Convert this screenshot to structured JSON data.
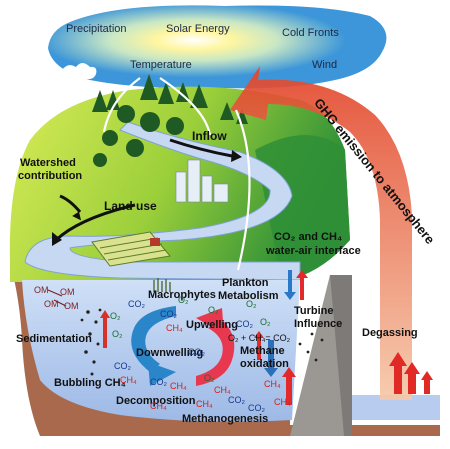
{
  "sky": {
    "precipitation": "Precipitation",
    "solar_energy": "Solar Energy",
    "cold_fronts": "Cold Fronts",
    "temperature": "Temperature",
    "wind": "Wind"
  },
  "labels": {
    "inflow": "Inflow",
    "watershed_line1": "Watershed",
    "watershed_line2": "contribution",
    "land_use": "Land use",
    "ghg": "GHG emission to atmosphere",
    "interface_line1": "CO₂ and CH₄",
    "interface_line2": "water-air interface",
    "macrophytes": "Macrophytes",
    "plankton_line1": "Plankton",
    "plankton_line2": "Metabolism",
    "upwelling": "Upwelling",
    "downwelling": "Downwelling",
    "turbine_line1": "Turbine",
    "turbine_line2": "Influence",
    "degassing": "Degassing",
    "sedimentation": "Sedimentation",
    "methane_line1": "Methane",
    "methane_line2": "oxidation",
    "reaction": "O₂ + CH₄= CO₂",
    "bubbling": "Bubbling CH₄",
    "decomposition": "Decomposition",
    "methanogenesis": "Methanogenesis"
  },
  "chem": {
    "o2": "O₂",
    "co2": "CO₂",
    "ch4": "CH₄",
    "om": "OM"
  },
  "colors": {
    "sky": "#2a8fd6",
    "sun": "#fff27a",
    "hill_light": "#d3e84a",
    "hill_dark": "#2f9a3a",
    "water": "#b9cff0",
    "sediment": "#a5684a",
    "ghg_arrow": "#e2572f",
    "dam": "#9c9a96",
    "upwelling": "#e8384f",
    "downwelling": "#2a86c8"
  }
}
